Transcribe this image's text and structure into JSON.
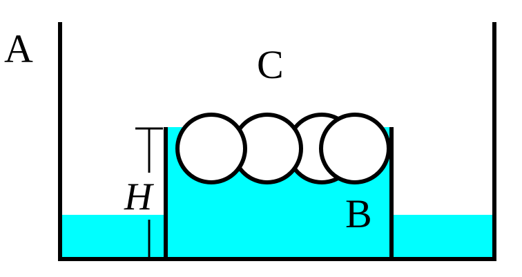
{
  "labels": {
    "outer_container": "A",
    "inner_container": "B",
    "balls": "C",
    "height": "H"
  },
  "colors": {
    "water": "#00ffff",
    "stroke": "#000000",
    "background": "#ffffff",
    "ball_fill": "#ffffff"
  },
  "scene": {
    "ball_count": 4
  }
}
